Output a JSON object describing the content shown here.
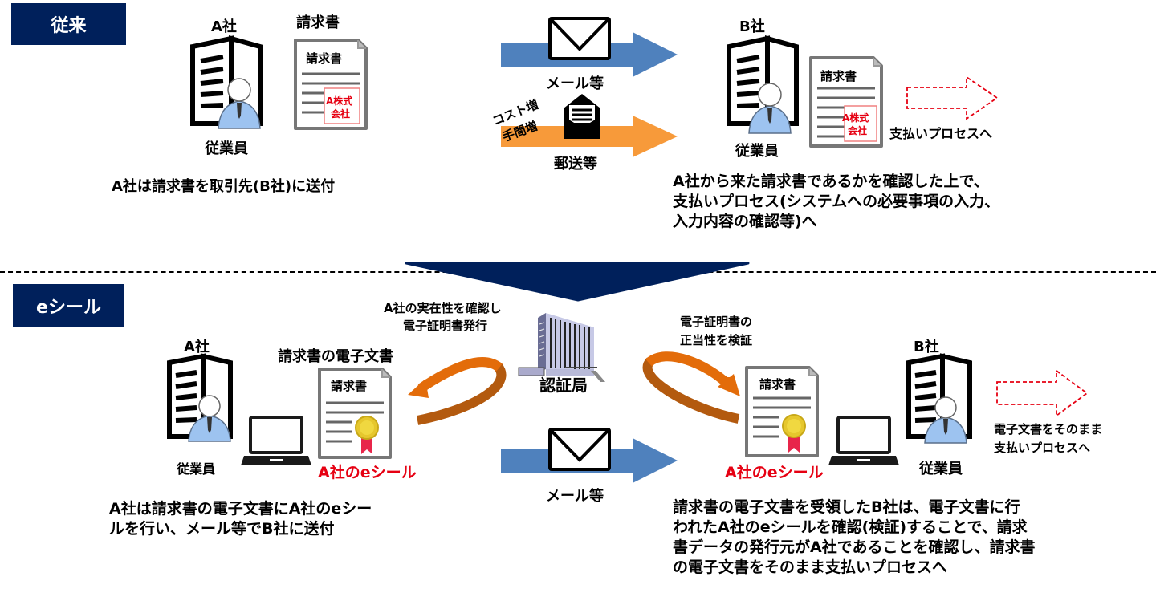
{
  "sections": {
    "conventional": {
      "label": "従来"
    },
    "eseal": {
      "label": "eシール"
    }
  },
  "conventional": {
    "company_a": "A社",
    "company_b": "B社",
    "employee_a": "従業員",
    "employee_b": "従業員",
    "invoice_title": "請求書",
    "doc_a": {
      "header": "請求書",
      "stamp_line1": "A株式",
      "stamp_line2": "会社"
    },
    "doc_b": {
      "header": "請求書",
      "stamp_line1": "A株式",
      "stamp_line2": "会社"
    },
    "mail_label": "メール等",
    "post_label": "郵送等",
    "cost_up": "コスト増",
    "effort_up": "手間増",
    "payment_process": "支払いプロセスへ",
    "desc_a": "A社は請求書を取引先(B社)に送付",
    "desc_b": [
      "A社から来た請求書であるかを確認した上で、",
      "支払いプロセス(システムへの必要事項の入力、",
      "入力内容の確認等)へ"
    ]
  },
  "eseal": {
    "company_a": "A社",
    "company_b": "B社",
    "employee_a": "従業員",
    "employee_b": "従業員",
    "edoc_title": "請求書の電子文書",
    "doc_a_header": "請求書",
    "doc_b_header": "請求書",
    "seal_a": "A社のeシール",
    "seal_b": "A社のeシール",
    "ca_label": "認証局",
    "ca_left_note": [
      "A社の実在性を確認し",
      "電子証明書発行"
    ],
    "ca_right_note": [
      "電子証明書の",
      "正当性を検証"
    ],
    "mail_label": "メール等",
    "payment_note": [
      "電子文書をそのまま",
      "支払いプロセスへ"
    ],
    "desc_a": [
      "A社は請求書の電子文書にA社のeシー",
      "ルを行い、メール等でB社に送付"
    ],
    "desc_b": [
      "請求書の電子文書を受領したB社は、電子文書に行",
      "われたA社のeシールを確認(検証)することで、請求",
      "書データの発行元がA社であることを確認し、請求書",
      "の電子文書をそのまま支払いプロセスへ"
    ]
  },
  "colors": {
    "navy": "#00205b",
    "mail_arrow": "#4f81bd",
    "post_arrow": "#f79a3a",
    "ca_arrow": "#e36c0a",
    "ca_arrow_dark": "#b35a0f",
    "stamp_red": "#e60012",
    "shirt": "#9dc3f0"
  }
}
